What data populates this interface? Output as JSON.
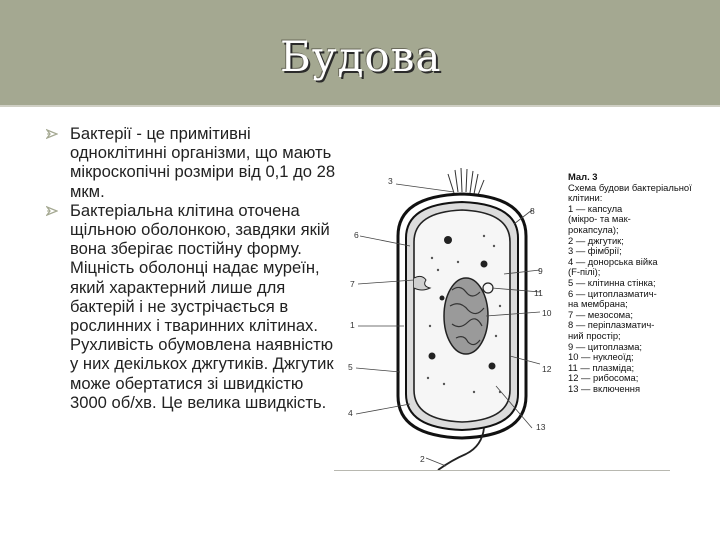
{
  "slide": {
    "title": "Будова",
    "bullets": [
      "Бактерії - це примітивні одноклітинні організми, що мають мікроскопічні розміри від 0,1 до 28 мкм.",
      "Бактеріальна клітина оточена щільною оболонкою, завдяки якій вона зберігає постійну форму. Міцність оболонці надає муреїн, який характерний лише для бактерій і не зустрічається в рослинних і тваринних клітинах. Рухливість обумовлена наявністю у них декількох джгутиків. Джгутик може обертатися зі швидкістю 3000 об/хв. Це велика швидкість."
    ]
  },
  "figure": {
    "caption_title": "Мал. 3",
    "caption_subtitle": "Схема будови бактеріальної клітини:",
    "legend": [
      "1 — капсула",
      "(мікро- та мак-",
      "рокапсула);",
      "2 — джгутик;",
      "3 — фімбрії;",
      "4 — донорська війка",
      "(F-пілі);",
      "5 — клітинна стінка;",
      "6 — цитоплазматич-",
      "на мембрана;",
      "7 — мезосома;",
      "8 — періплазматич-",
      "ний простір;",
      "9 — цитоплазма;",
      "10 — нуклеоїд;",
      "11 — плазміда;",
      "12 — рибосома;",
      "13 — включення"
    ],
    "labels": [
      "3",
      "8",
      "6",
      "9",
      "7",
      "11",
      "10",
      "1",
      "12",
      "5",
      "4",
      "13",
      "2"
    ]
  },
  "colors": {
    "header_bar": "#a4a891",
    "bullet_icon": "#a4a891",
    "text": "#222222"
  },
  "icons": {
    "bullet": "hollow-arrow-bullet-icon"
  }
}
